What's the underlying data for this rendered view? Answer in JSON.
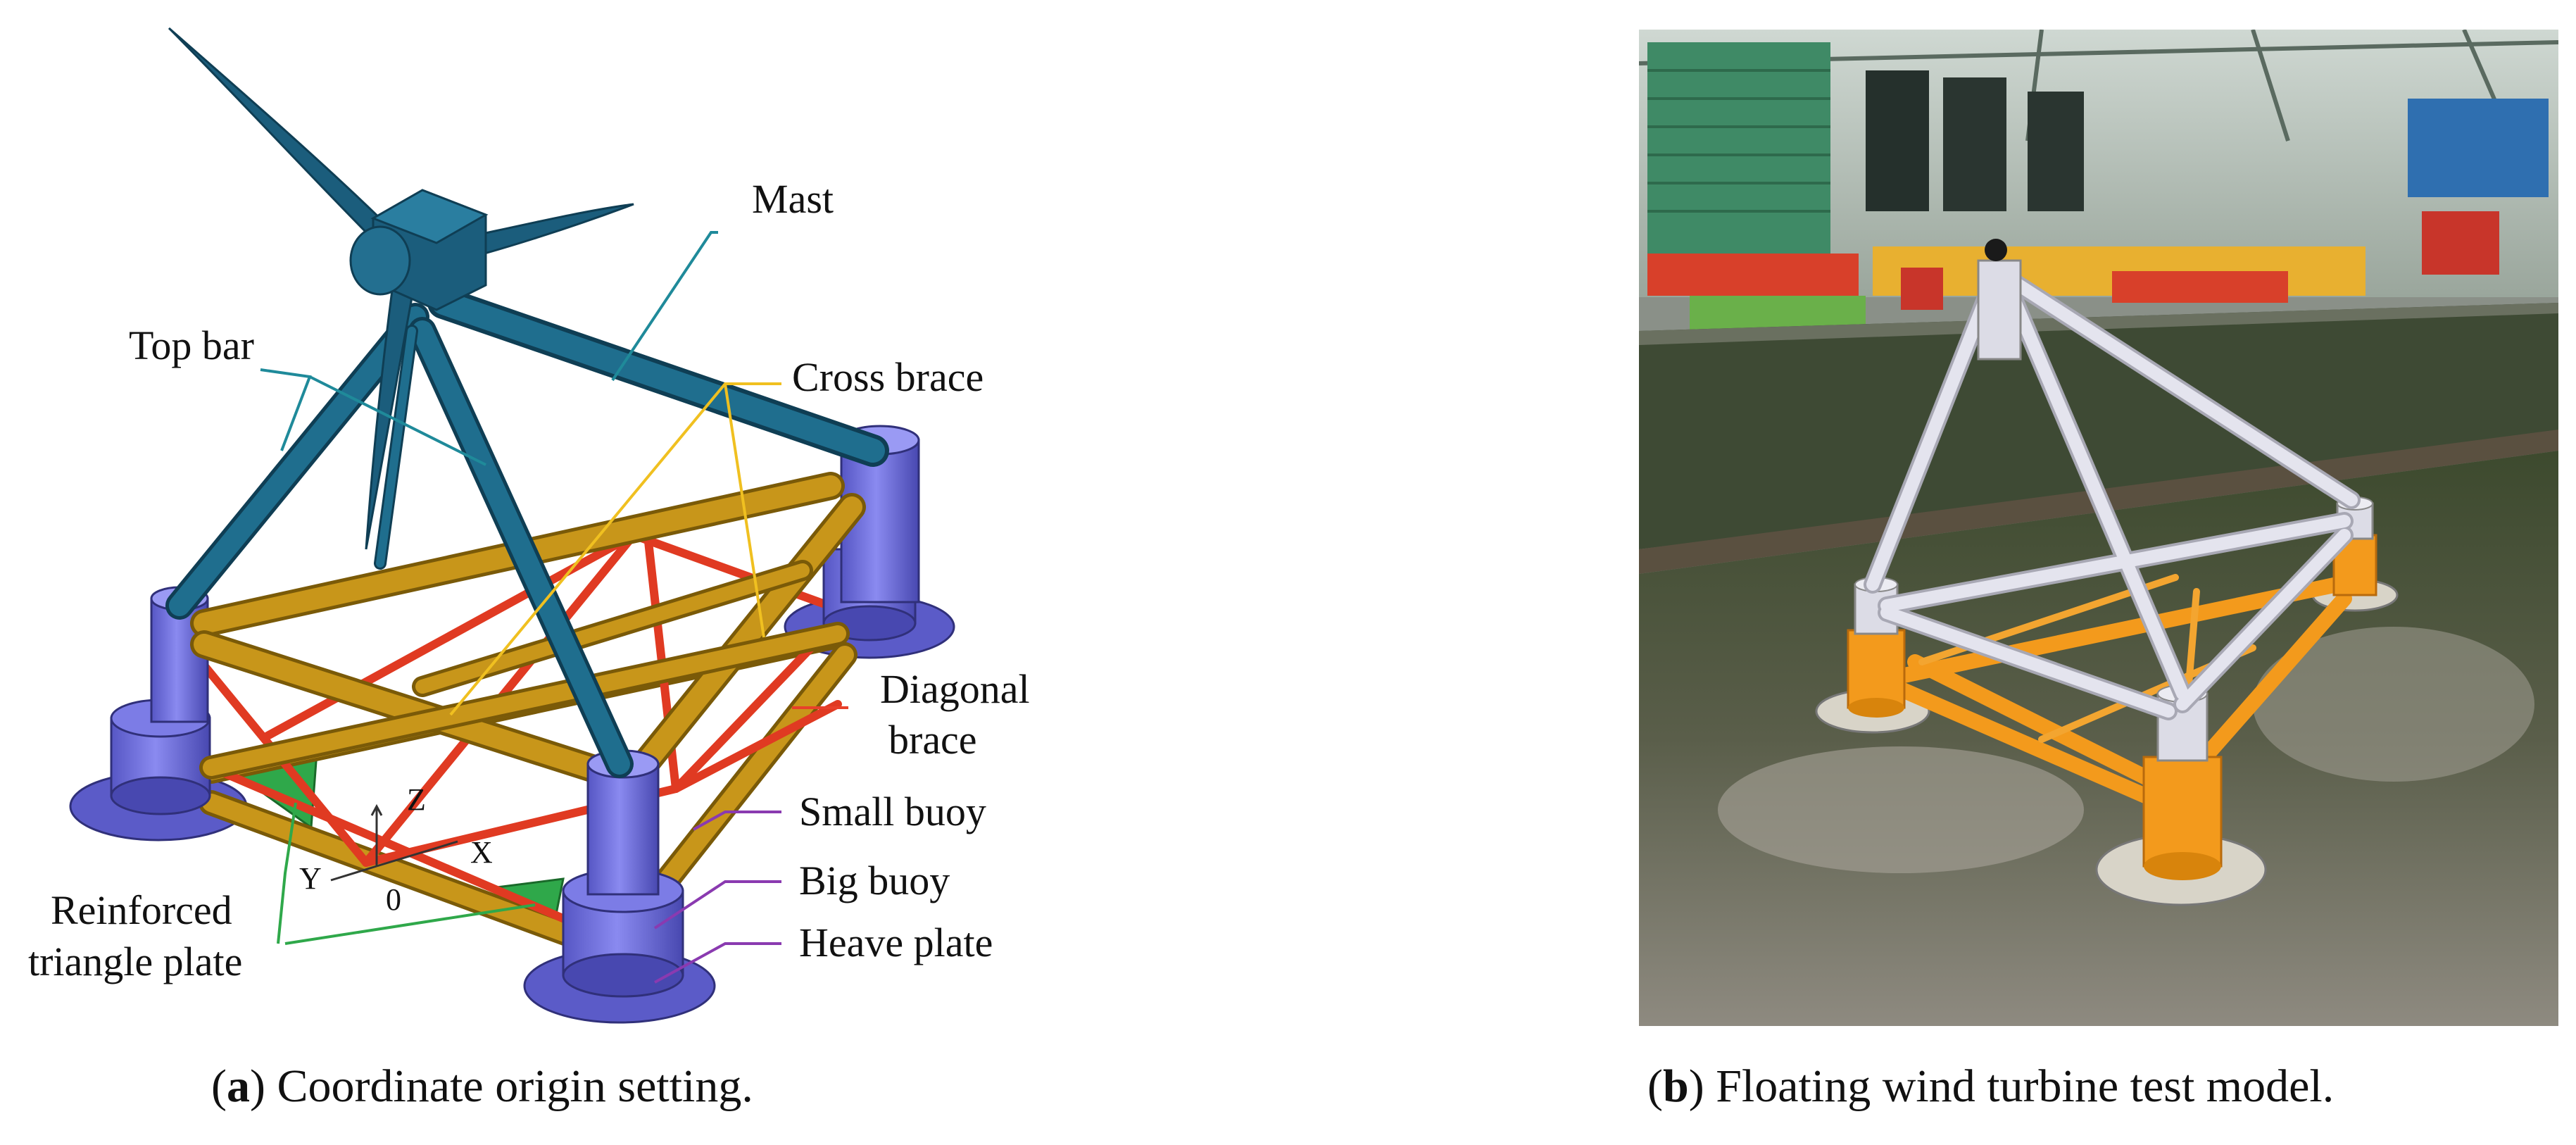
{
  "panel_a": {
    "labels": {
      "mast": "Mast",
      "top_bar": "Top bar",
      "cross_brace": "Cross brace",
      "diagonal_brace_1": "Diagonal",
      "diagonal_brace_2": "brace",
      "small_buoy": "Small buoy",
      "big_buoy": "Big buoy",
      "heave_plate": "Heave plate",
      "reinforced_1": "Reinforced",
      "reinforced_2": "triangle plate",
      "axis_z": "Z",
      "axis_x": "X",
      "axis_y": "Y",
      "axis_origin": "0"
    },
    "caption_letter": "a",
    "caption_text": " Coordinate origin setting."
  },
  "panel_b": {
    "caption_letter": "b",
    "caption_text": " Floating wind turbine test model."
  },
  "colors": {
    "tower": "#1b5d7c",
    "bar": "#b8860b",
    "diagonal": "#e8402a",
    "buoy": "#6a6ad8",
    "plate": "#2fa84a",
    "leader_cross": "#f0c020",
    "leader_mast": "#1f8a9a",
    "leader_buoy": "#8a3ab0",
    "model_white": "#dcdce6",
    "model_orange": "#f39a1c"
  }
}
